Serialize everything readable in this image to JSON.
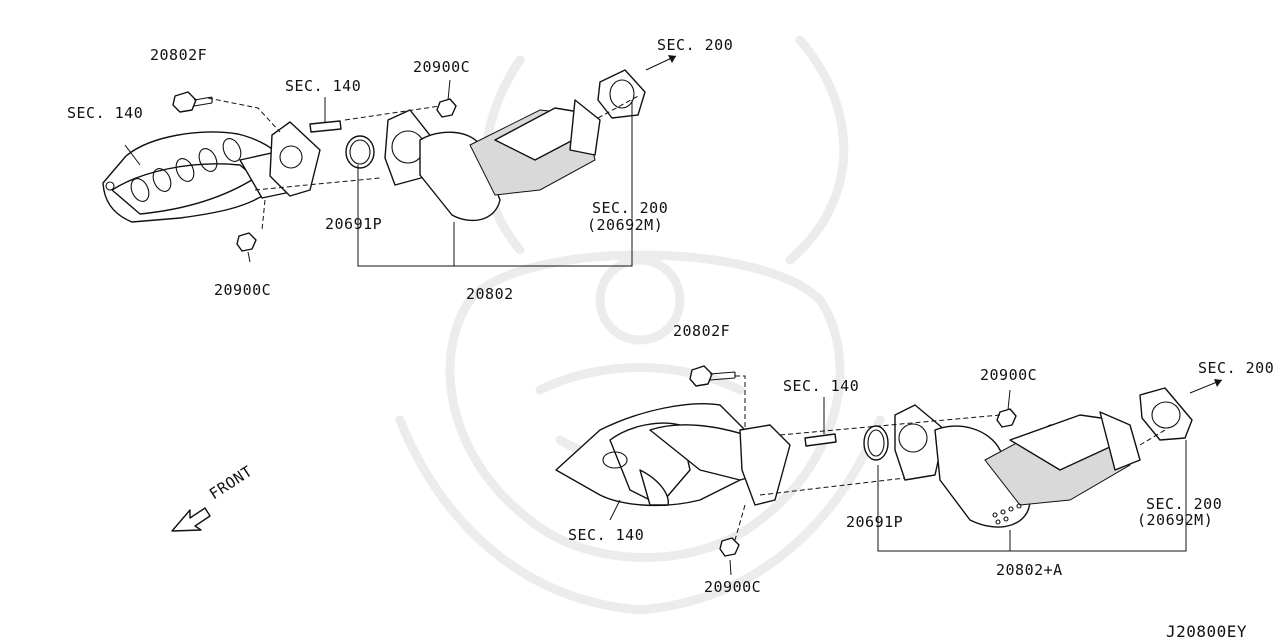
{
  "diagram_id": "J20800EY",
  "front_label": "FRONT",
  "top_assembly": {
    "manifold_bolt": "20802F",
    "manifold_ref": "SEC. 140",
    "stud_ref": "SEC. 140",
    "nut_upper": "20900C",
    "nut_lower": "20900C",
    "gasket": "20691P",
    "exhaust_ref": "SEC. 200",
    "gasket_ref_line1": "SEC. 200",
    "gasket_ref_line2": "(20692M)",
    "catalyst": "20802"
  },
  "bottom_assembly": {
    "manifold_bolt": "20802F",
    "manifold_ref": "SEC. 140",
    "stud_ref": "SEC. 140",
    "nut_upper": "20900C",
    "nut_lower": "20900C",
    "gasket": "20691P",
    "exhaust_ref": "SEC. 200",
    "gasket_ref_line1": "SEC. 200",
    "gasket_ref_line2": "(20692M)",
    "catalyst": "20802+A"
  }
}
